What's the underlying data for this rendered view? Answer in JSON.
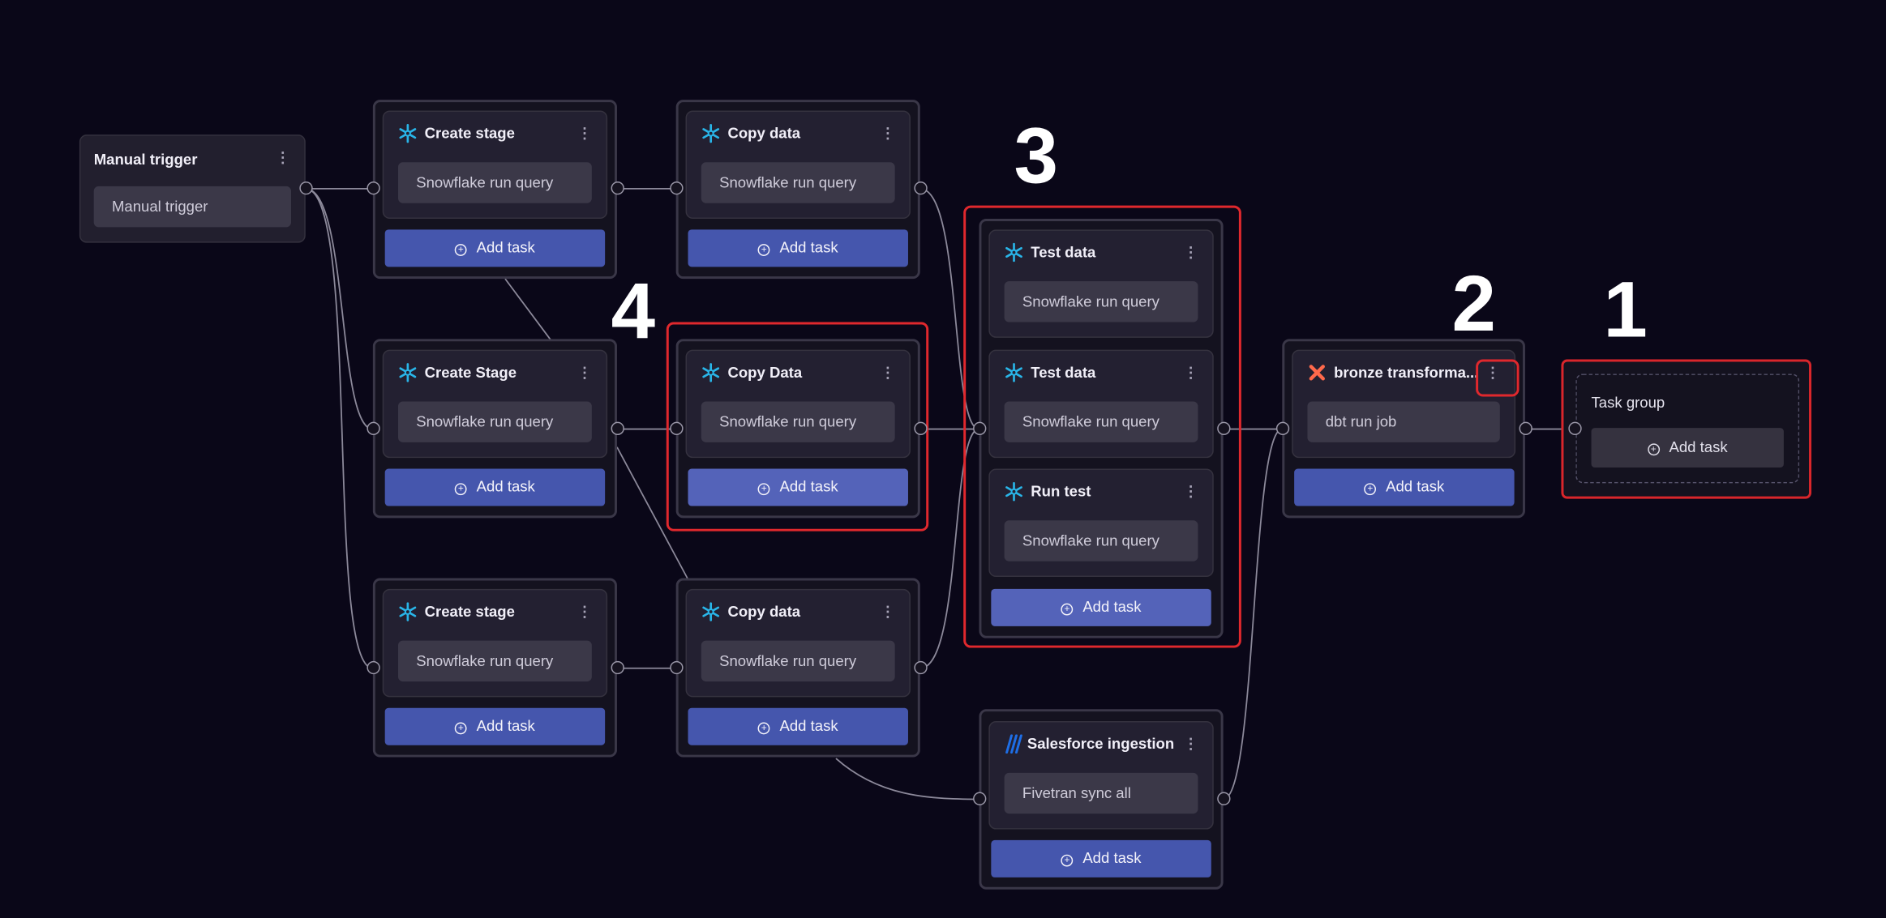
{
  "trigger": {
    "title": "Manual trigger",
    "operation": "Manual trigger",
    "menu": "⋮"
  },
  "add_task_label": "Add task",
  "nodes": {
    "create_stage_1": {
      "title": "Create stage",
      "operation": "Snowflake run query",
      "icon": "snowflake-icon"
    },
    "copy_data_1": {
      "title": "Copy data",
      "operation": "Snowflake run query",
      "icon": "snowflake-icon"
    },
    "create_stage_2": {
      "title": "Create Stage",
      "operation": "Snowflake run query",
      "icon": "snowflake-icon"
    },
    "copy_data_2": {
      "title": "Copy Data",
      "operation": "Snowflake run query",
      "icon": "snowflake-icon"
    },
    "create_stage_3": {
      "title": "Create stage",
      "operation": "Snowflake run query",
      "icon": "snowflake-icon"
    },
    "copy_data_3": {
      "title": "Copy data",
      "operation": "Snowflake run query",
      "icon": "snowflake-icon"
    },
    "test_data_1": {
      "title": "Test data",
      "operation": "Snowflake run query",
      "icon": "snowflake-icon"
    },
    "test_data_2": {
      "title": "Test data",
      "operation": "Snowflake run query",
      "icon": "snowflake-icon"
    },
    "run_test": {
      "title": "Run test",
      "operation": "Snowflake run query",
      "icon": "snowflake-icon"
    },
    "bronze": {
      "title": "bronze transforma...",
      "operation": "dbt run job",
      "icon": "dbt-icon"
    },
    "salesforce": {
      "title": "Salesforce ingestion",
      "operation": "Fivetran sync all",
      "icon": "fivetran-icon"
    }
  },
  "task_group": {
    "label": "Task group",
    "button": "Add task"
  },
  "annotations": [
    "1",
    "2",
    "3",
    "4"
  ],
  "colors": {
    "background": "#0a0718",
    "add_button": "#4556ad",
    "highlight": "#e0282d",
    "snowflake": "#29b5e8",
    "dbt": "#ff694b",
    "fivetran": "#1e6ee6"
  }
}
